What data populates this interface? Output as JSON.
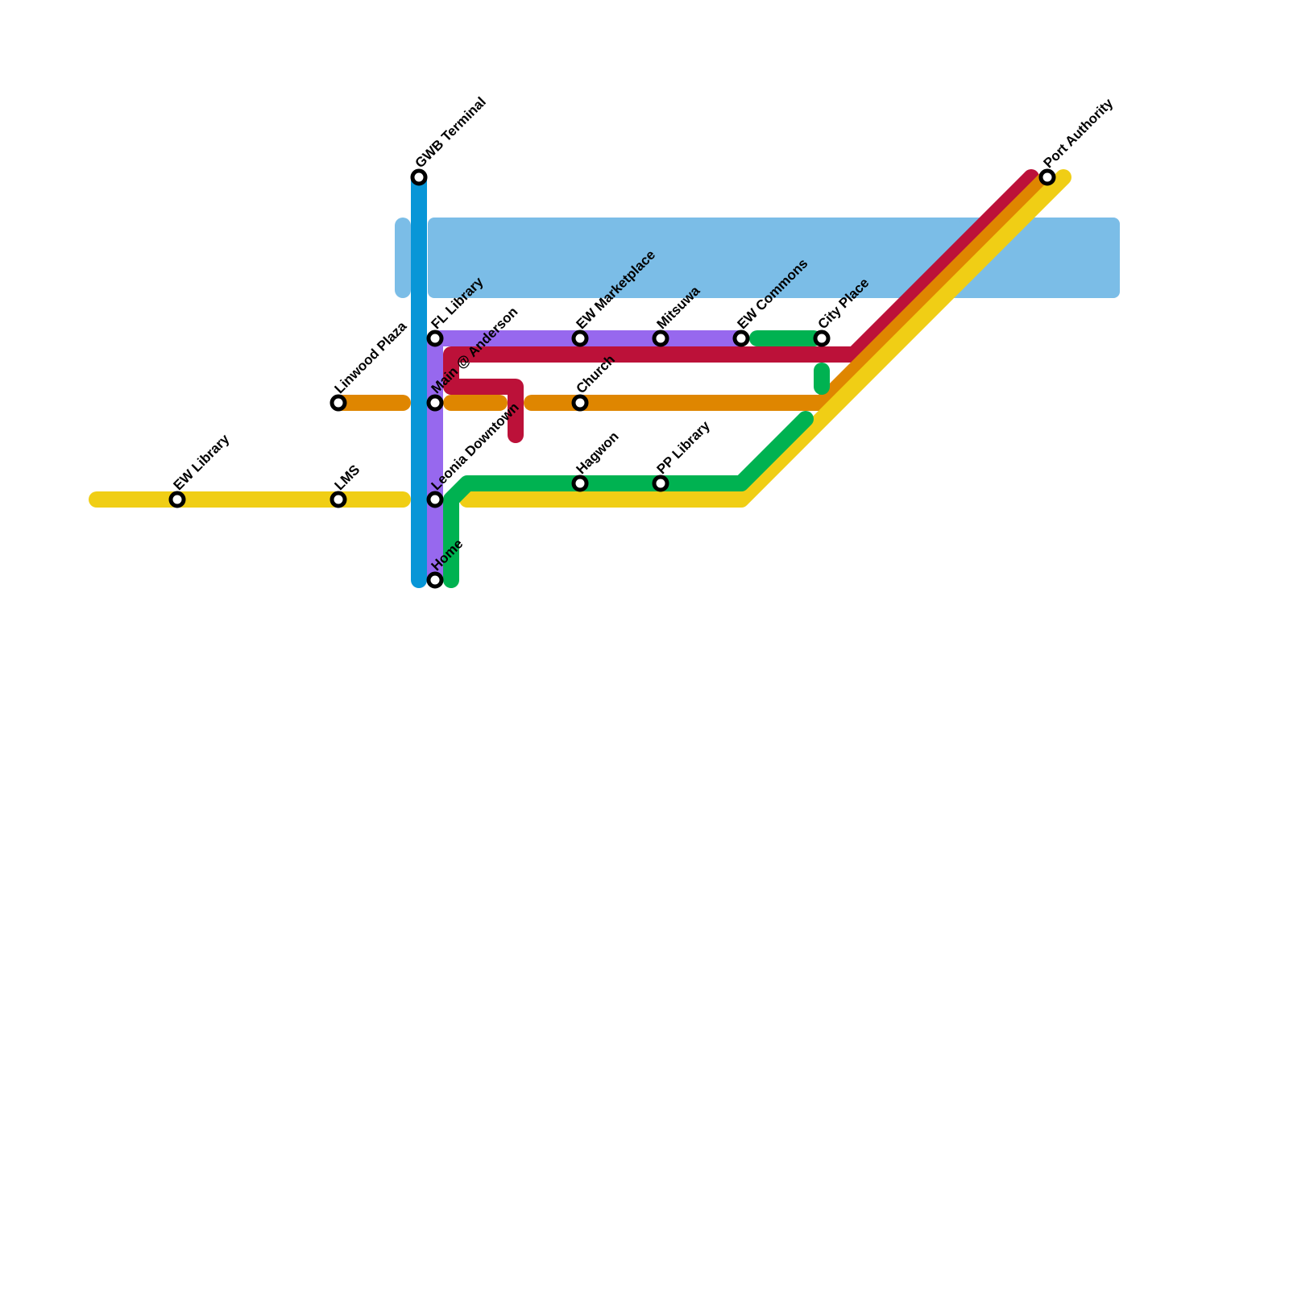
{
  "map": {
    "type": "transit-map",
    "water_color": "#7bbde7",
    "lines": [
      {
        "id": "blue",
        "color": "#0896d7"
      },
      {
        "id": "purple",
        "color": "#9768ee"
      },
      {
        "id": "red",
        "color": "#bc1139"
      },
      {
        "id": "orange",
        "color": "#df8600"
      },
      {
        "id": "yellow",
        "color": "#f0ce15"
      },
      {
        "id": "green",
        "color": "#00b251"
      }
    ],
    "stations": [
      {
        "id": "gwb-terminal",
        "name": "GWB Terminal"
      },
      {
        "id": "fl-library",
        "name": "FL Library"
      },
      {
        "id": "main-anderson",
        "name": "Main @ Anderson"
      },
      {
        "id": "linwood-plaza",
        "name": "Linwood Plaza"
      },
      {
        "id": "leonia-downtown",
        "name": "Leonia Downtown"
      },
      {
        "id": "home",
        "name": "Home"
      },
      {
        "id": "ew-library",
        "name": "EW Library"
      },
      {
        "id": "lms",
        "name": "LMS"
      },
      {
        "id": "ew-marketplace",
        "name": "EW Marketplace"
      },
      {
        "id": "mitsuwa",
        "name": "Mitsuwa"
      },
      {
        "id": "ew-commons",
        "name": "EW Commons"
      },
      {
        "id": "city-place",
        "name": "City Place"
      },
      {
        "id": "church",
        "name": "Church"
      },
      {
        "id": "hagwon",
        "name": "Hagwon"
      },
      {
        "id": "pp-library",
        "name": "PP Library"
      },
      {
        "id": "port-authority",
        "name": "Port Authority"
      }
    ]
  }
}
